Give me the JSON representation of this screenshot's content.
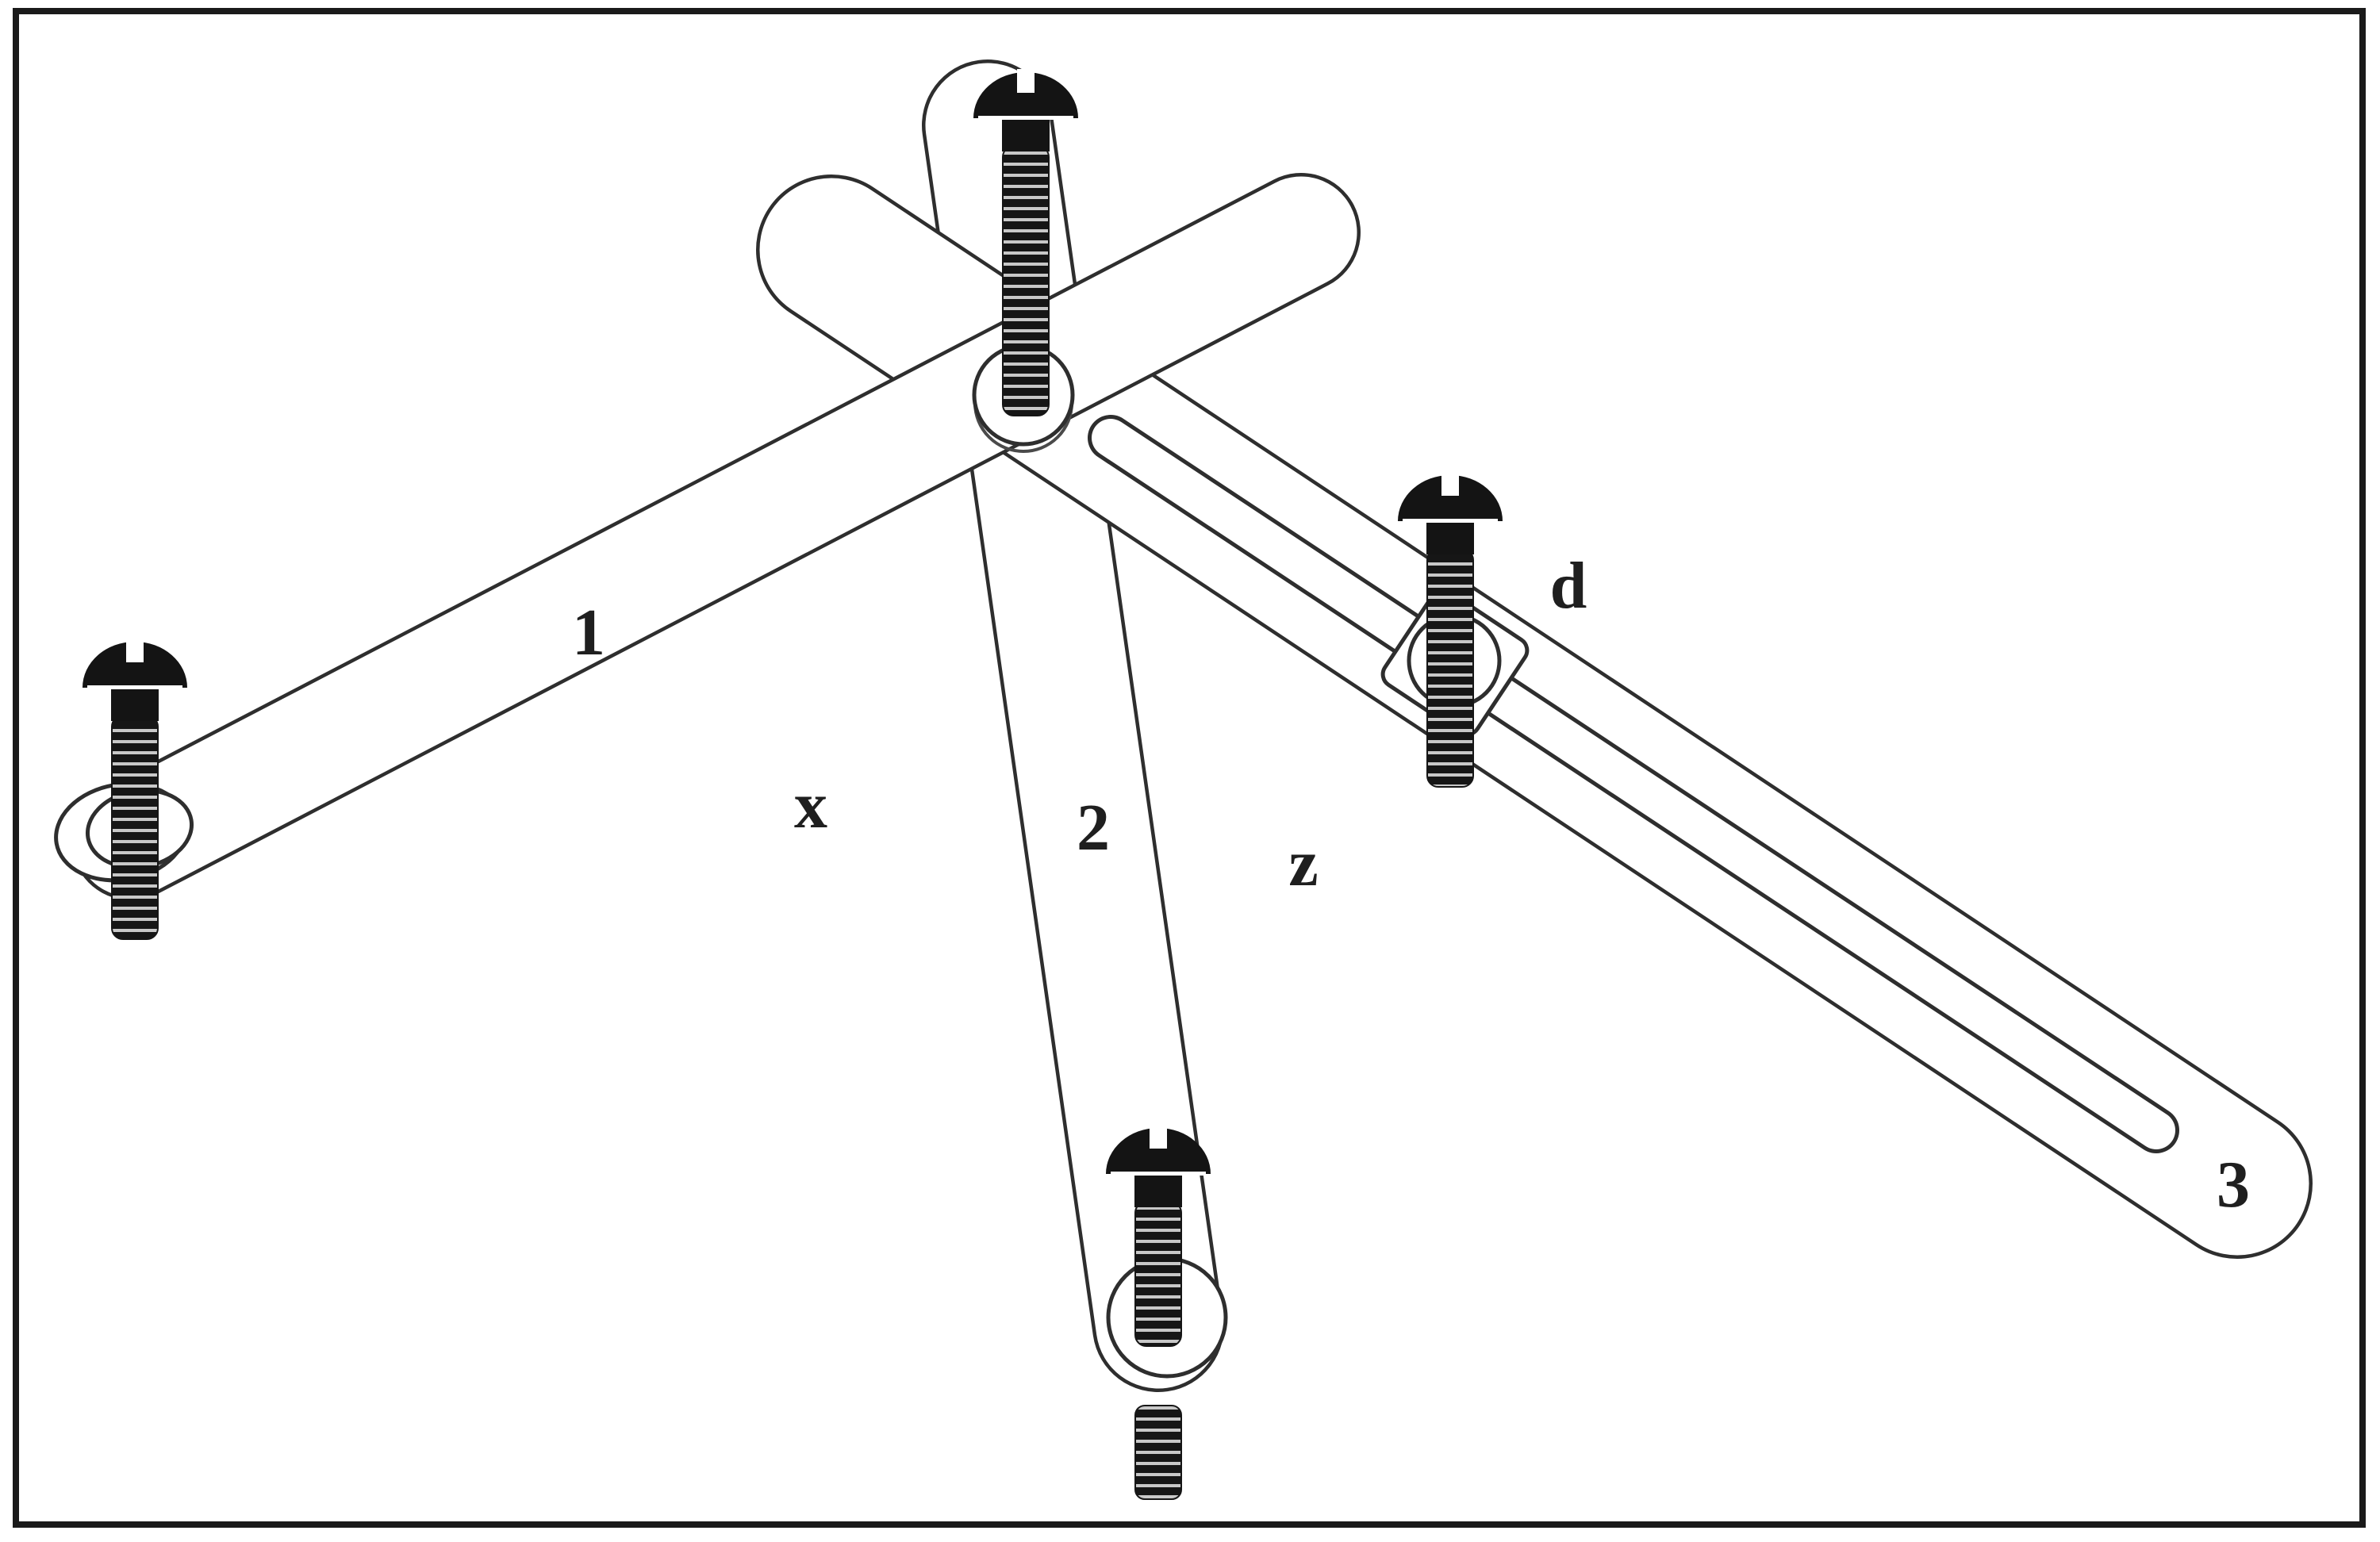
{
  "figure": {
    "description": "Line diagram of a three-bar slotted linkage joined by round-head machine screws",
    "labels": {
      "arm1": "1",
      "arm2": "2",
      "arm3": "3",
      "angle_x": "x",
      "angle_z": "z",
      "slider_d": "d"
    },
    "colors": {
      "background": "#ffffff",
      "outline": "#2e2e2e",
      "frame": "#1a1a1a",
      "screw": "#141414",
      "thread_gap": "#c8c8c8",
      "label_text": "#1f1f1f"
    }
  }
}
